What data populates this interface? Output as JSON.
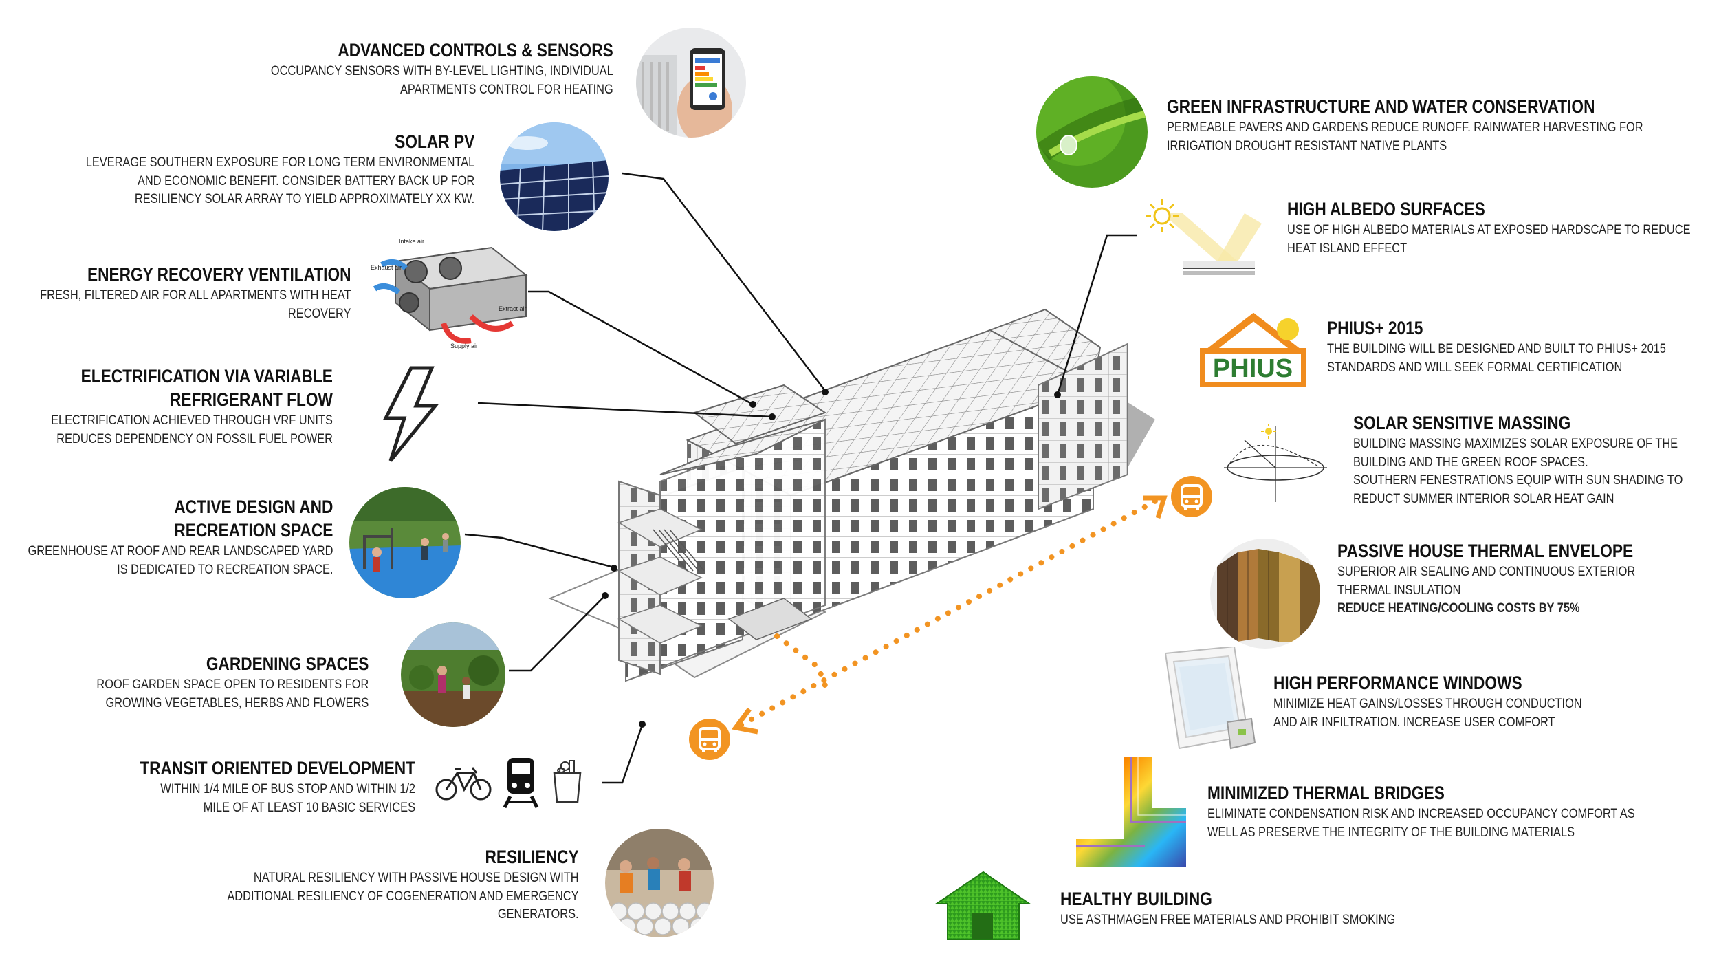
{
  "features": {
    "controls": {
      "title": "ADVANCED CONTROLS & SENSORS",
      "desc1": "OCCUPANCY SENSORS WITH BY-LEVEL LIGHTING, INDIVIDUAL",
      "desc2": "APARTMENTS CONTROL FOR HEATING"
    },
    "solar_pv": {
      "title": "SOLAR PV",
      "desc1": "LEVERAGE SOUTHERN EXPOSURE FOR LONG TERM ENVIRONMENTAL",
      "desc2": "AND ECONOMIC BENEFIT.  CONSIDER BATTERY BACK UP FOR",
      "desc3": "RESILIENCY SOLAR ARRAY TO YIELD APPROXIMATELY XX KW."
    },
    "erv": {
      "title": "ENERGY RECOVERY VENTILATION",
      "desc1": "FRESH, FILTERED AIR FOR ALL APARTMENTS WITH HEAT",
      "desc2": "RECOVERY"
    },
    "vrf": {
      "title1": "ELECTRIFICATION VIA VARIABLE",
      "title2": "REFRIGERANT FLOW",
      "desc1": "ELECTRIFICATION ACHIEVED THROUGH VRF UNITS",
      "desc2": "REDUCES DEPENDENCY ON FOSSIL FUEL POWER"
    },
    "active": {
      "title1": "ACTIVE DESIGN AND",
      "title2": "RECREATION SPACE",
      "desc1": "GREENHOUSE AT ROOF AND REAR LANDSCAPED YARD",
      "desc2": "IS DEDICATED TO RECREATION SPACE."
    },
    "gardening": {
      "title": "GARDENING SPACES",
      "desc1": "ROOF GARDEN SPACE OPEN TO RESIDENTS FOR",
      "desc2": "GROWING VEGETABLES, HERBS AND FLOWERS"
    },
    "transit": {
      "title": "TRANSIT ORIENTED DEVELOPMENT",
      "desc1": "WITHIN 1/4 MILE OF BUS STOP AND WITHIN 1/2",
      "desc2": "MILE OF AT LEAST 10 BASIC SERVICES"
    },
    "resiliency": {
      "title": "RESILIENCY",
      "desc1": "NATURAL RESILIENCY WITH PASSIVE HOUSE DESIGN WITH",
      "desc2": "ADDITIONAL RESILIENCY OF COGENERATION AND EMERGENCY",
      "desc3": "GENERATORS."
    },
    "green_infra": {
      "title": "GREEN INFRASTRUCTURE AND WATER CONSERVATION",
      "desc1": "PERMEABLE PAVERS AND GARDENS REDUCE RUNOFF. RAINWATER HARVESTING FOR",
      "desc2": "IRRIGATION DROUGHT RESISTANT NATIVE PLANTS"
    },
    "albedo": {
      "title": "HIGH ALBEDO SURFACES",
      "desc1": "USE OF HIGH ALBEDO MATERIALS AT EXPOSED HARDSCAPE TO REDUCE",
      "desc2": "HEAT ISLAND EFFECT"
    },
    "phius": {
      "title": "PHIUS+ 2015",
      "desc1": "THE BUILDING WILL BE DESIGNED AND BUILT TO PHIUS+ 2015",
      "desc2": "STANDARDS AND WILL SEEK FORMAL CERTIFICATION",
      "logo_text": "PHIUS"
    },
    "massing": {
      "title": "SOLAR SENSITIVE MASSING",
      "desc1": "BUILDING MASSING MAXIMIZES SOLAR EXPOSURE OF THE",
      "desc2": "BUILDING AND THE GREEN ROOF SPACES.",
      "desc3": "SOUTHERN FENESTRATIONS EQUIP WITH SUN SHADING TO",
      "desc4": "REDUCT SUMMER INTERIOR SOLAR HEAT GAIN"
    },
    "envelope": {
      "title": "PASSIVE HOUSE THERMAL ENVELOPE",
      "desc1": "SUPERIOR AIR SEALING AND CONTINUOUS EXTERIOR",
      "desc2": "THERMAL INSULATION",
      "desc3": "REDUCE HEATING/COOLING COSTS BY 75%"
    },
    "windows": {
      "title": "HIGH PERFORMANCE WINDOWS",
      "desc1": "MINIMIZE HEAT GAINS/LOSSES THROUGH CONDUCTION",
      "desc2": "AND AIR INFILTRATION.  INCREASE USER COMFORT"
    },
    "bridges": {
      "title": "MINIMIZED THERMAL BRIDGES",
      "desc1": "ELIMINATE CONDENSATION RISK AND INCREASED OCCUPANCY COMFORT AS",
      "desc2": "WELL AS PRESERVE THE INTEGRITY OF THE BUILDING MATERIALS"
    },
    "healthy": {
      "title": "HEALTHY BUILDING",
      "desc1": "USE ASTHMAGEN FREE MATERIALS AND PROHIBIT SMOKING"
    }
  },
  "erv_labels": {
    "intake": "Intake air",
    "exhaust": "Exhaust air",
    "extract": "Extract air",
    "supply": "Supply air"
  },
  "colors": {
    "transit_orange": "#f29422",
    "phius_orange": "#f08c1e",
    "phius_green": "#2e7d32",
    "sun_yellow": "#f6d22c",
    "leader_line": "#111111"
  }
}
